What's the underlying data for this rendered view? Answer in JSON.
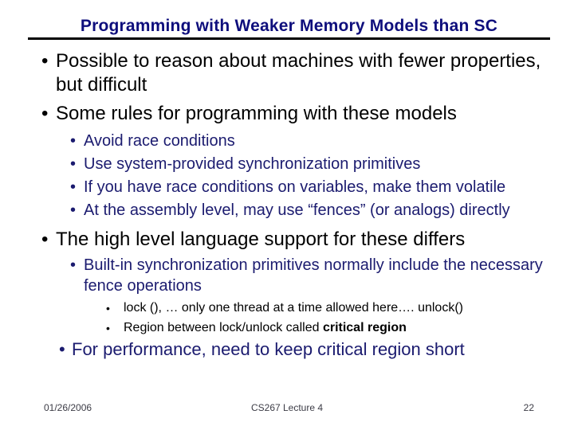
{
  "slide": {
    "title": "Programming with Weaker Memory Models than SC",
    "bullet_glyph": "•",
    "colors": {
      "title_navy": "#0e0e7c",
      "bullet_navy": "#1b1b6f",
      "body_black": "#000000",
      "rule_black": "#000000",
      "background": "#ffffff"
    }
  },
  "bullets": {
    "l1_a": "Possible to reason about machines with fewer properties, but difficult",
    "l1_b": "Some rules for programming with these models",
    "rules": [
      "Avoid race conditions",
      "Use system-provided synchronization primitives",
      "If you have race conditions on variables, make them volatile",
      "At the assembly level, may use “fences” (or analogs) directly"
    ],
    "l1_c": "The high level language support for these differs",
    "builtin": "Built-in synchronization primitives normally include the necessary fence operations",
    "lock_line": "lock (),  … only one thread at a time allowed here…. unlock()",
    "region_prefix": "Region between lock/unlock called ",
    "region_bold": "critical region",
    "performance": "For performance, need to keep critical region short"
  },
  "footer": {
    "date": "01/26/2006",
    "lecture": "CS267 Lecture 4",
    "page": "22"
  }
}
